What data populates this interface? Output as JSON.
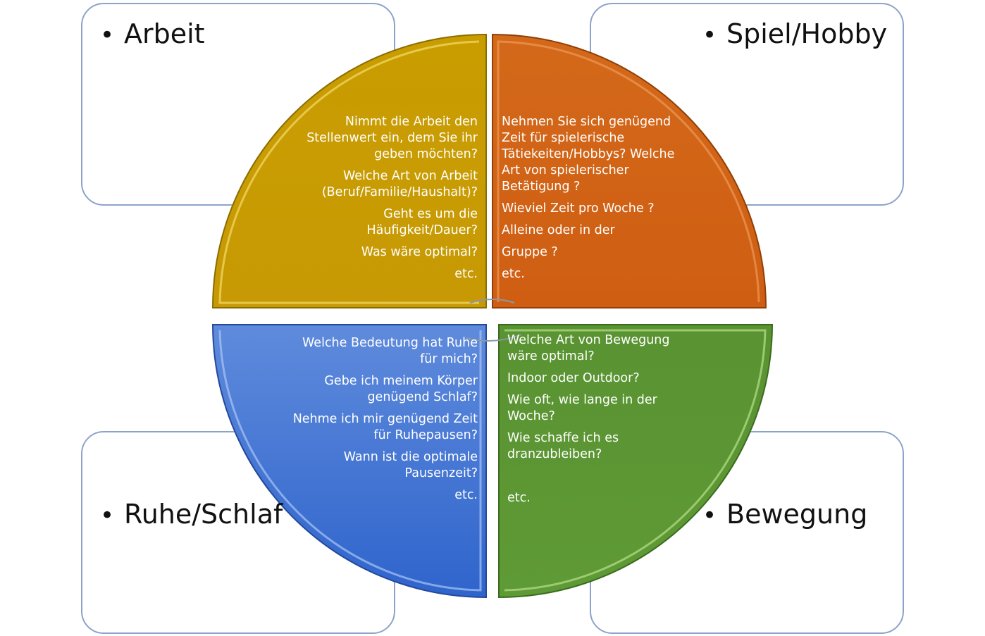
{
  "colors": {
    "arbeit": "#c8a000",
    "spiel": "#d86a1a",
    "ruhe": "#4a78d4",
    "bewegung": "#5f9a34",
    "box_border": "#8ea3c9"
  },
  "boxes": {
    "arbeit": {
      "bullet": "•",
      "label": "Arbeit"
    },
    "spiel": {
      "bullet": "•",
      "label": "Spiel/Hobby"
    },
    "ruhe": {
      "bullet": "•",
      "label": "Ruhe/Schlaf"
    },
    "bewegung": {
      "bullet": "•",
      "label": "Bewegung"
    }
  },
  "quadrants": {
    "arbeit": {
      "lines": [
        "Nimmt die Arbeit den\nStellenwert ein, dem Sie ihr\ngeben möchten?",
        "Welche Art von Arbeit\n(Beruf/Familie/Haushalt)?",
        "Geht es um die\nHäufigkeit/Dauer?",
        "Was wäre optimal?",
        "etc."
      ]
    },
    "spiel": {
      "lines": [
        "Nehmen Sie sich genügend\nZeit für spielerische\nTätiekeiten/Hobbys? Welche\nArt von spielerischer\nBetätigung ?",
        "Wieviel Zeit pro Woche ?",
        "Alleine oder in der",
        "Gruppe ?",
        "etc."
      ]
    },
    "ruhe": {
      "lines": [
        "Welche Bedeutung hat Ruhe\nfür mich?",
        "Gebe ich meinem Körper\ngenügend Schlaf?",
        "Nehme ich mir genügend Zeit\nfür Ruhepausen?",
        "Wann ist die optimale\nPausenzeit?",
        "etc."
      ]
    },
    "bewegung": {
      "lines": [
        "Welche Art von Bewegung\nwäre optimal?",
        "Indoor oder Outdoor?",
        "Wie oft, wie lange in der\nWoche?",
        "Wie schaffe ich es\ndranzubleiben?",
        "",
        "etc."
      ]
    }
  }
}
